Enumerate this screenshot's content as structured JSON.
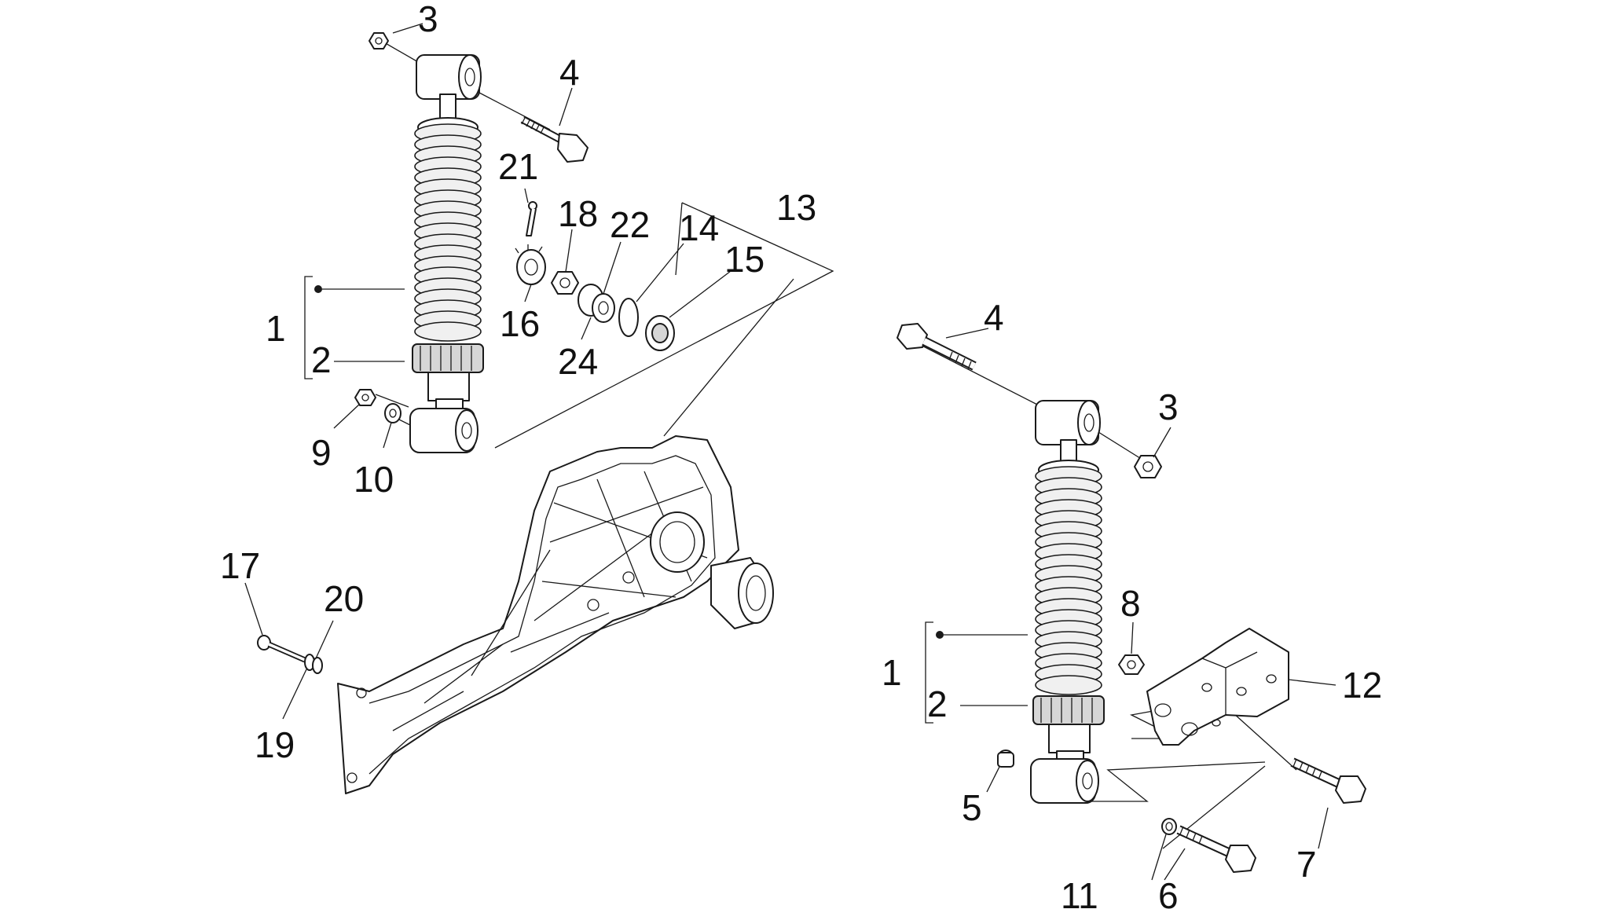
{
  "callouts": {
    "left": {
      "c1": "1",
      "c2": "2",
      "c3": "3",
      "c4": "4",
      "c9": "9",
      "c10": "10",
      "c13": "13",
      "c14": "14",
      "c15": "15",
      "c16": "16",
      "c17": "17",
      "c18": "18",
      "c19": "19",
      "c20": "20",
      "c21": "21",
      "c22": "22",
      "c24": "24"
    },
    "right": {
      "c1": "1",
      "c2": "2",
      "c3": "3",
      "c4": "4",
      "c5": "5",
      "c6": "6",
      "c7": "7",
      "c8": "8",
      "c11": "11",
      "c12": "12"
    }
  },
  "colors": {
    "line": "#1a1a1a",
    "background": "#ffffff",
    "shade": "#d6d6d6"
  }
}
